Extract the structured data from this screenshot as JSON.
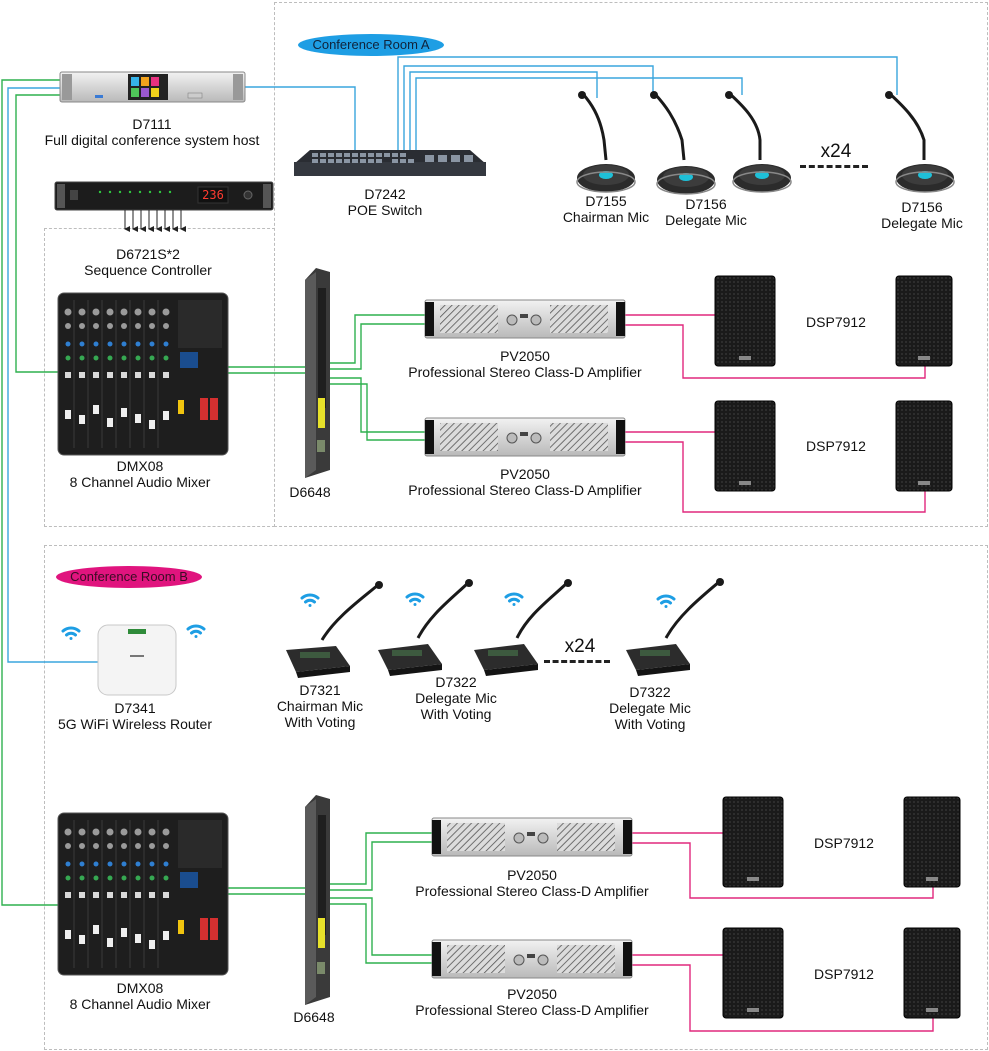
{
  "colors": {
    "network": "#3aa6dd",
    "audio": "#2fb14f",
    "speaker": "#e0287d",
    "roomA": "#1e9ee4",
    "roomB": "#e0147e"
  },
  "roomA": {
    "label": "Conference Room A",
    "host": {
      "model": "D7111",
      "name": "Full digital conference system host"
    },
    "sequence": {
      "model": "D6721S*2",
      "name": "Sequence Controller",
      "display": "236"
    },
    "poe": {
      "model": "D7242",
      "name": "POE Switch"
    },
    "chairman": {
      "model": "D7155",
      "name": "Chairman Mic"
    },
    "delegate1": {
      "model": "D7156",
      "name": "Delegate Mic"
    },
    "delegate2": {
      "model": "D7156",
      "name": "Delegate Mic"
    },
    "count": "x24",
    "mixer": {
      "model": "DMX08",
      "name": "8 Channel Audio Mixer"
    },
    "processor": {
      "model": "D6648"
    },
    "amp1": {
      "model": "PV2050",
      "name": "Professional Stereo Class-D Amplifier"
    },
    "amp2": {
      "model": "PV2050",
      "name": "Professional Stereo Class-D Amplifier"
    },
    "speaker1": {
      "model": "DSP7912"
    },
    "speaker2": {
      "model": "DSP7912"
    }
  },
  "roomB": {
    "label": "Conference Room B",
    "router": {
      "model": "D7341",
      "name": "5G WiFi Wireless Router"
    },
    "chairman": {
      "model": "D7321",
      "name": "Chairman Mic",
      "sub": "With Voting"
    },
    "delegate1": {
      "model": "D7322",
      "name": "Delegate Mic",
      "sub": "With Voting"
    },
    "delegate2": {
      "model": "D7322",
      "name": "Delegate Mic",
      "sub": "With Voting"
    },
    "count": "x24",
    "mixer": {
      "model": "DMX08",
      "name": "8 Channel Audio Mixer"
    },
    "processor": {
      "model": "D6648"
    },
    "amp1": {
      "model": "PV2050",
      "name": "Professional Stereo Class-D Amplifier"
    },
    "amp2": {
      "model": "PV2050",
      "name": "Professional Stereo Class-D Amplifier"
    },
    "speaker1": {
      "model": "DSP7912"
    },
    "speaker2": {
      "model": "DSP7912"
    }
  }
}
